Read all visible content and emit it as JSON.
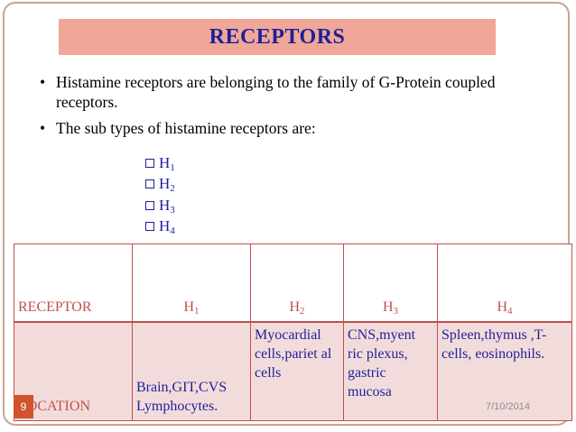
{
  "title": "RECEPTORS",
  "bullets": [
    "Histamine receptors are belonging to the family of G-Protein coupled receptors.",
    "The sub types of histamine receptors are:"
  ],
  "subtypes": [
    {
      "base": "H",
      "sub": "1"
    },
    {
      "base": "H",
      "sub": "2"
    },
    {
      "base": "H",
      "sub": "3"
    },
    {
      "base": "H",
      "sub": "4"
    }
  ],
  "table": {
    "header_label": "RECEPTOR",
    "location_label": "LOCATION",
    "columns": [
      {
        "base": "H",
        "sub": "1",
        "location": "Brain,GIT,CVS Lymphocytes."
      },
      {
        "base": "H",
        "sub": "2",
        "location": "Myocardial cells,pariet al cells"
      },
      {
        "base": "H",
        "sub": "3",
        "location": "CNS,myent ric plexus, gastric mucosa"
      },
      {
        "base": "H",
        "sub": "4",
        "location": "Spleen,thymus ,T-cells, eosinophils."
      }
    ]
  },
  "page_number": "9",
  "date": "7/10/2014",
  "colors": {
    "title_bg": "#f0a797",
    "title_text": "#1f1f9b",
    "table_border": "#c0504d",
    "location_row_bg": "#f2dcdb",
    "badge_bg": "#d0532c"
  }
}
